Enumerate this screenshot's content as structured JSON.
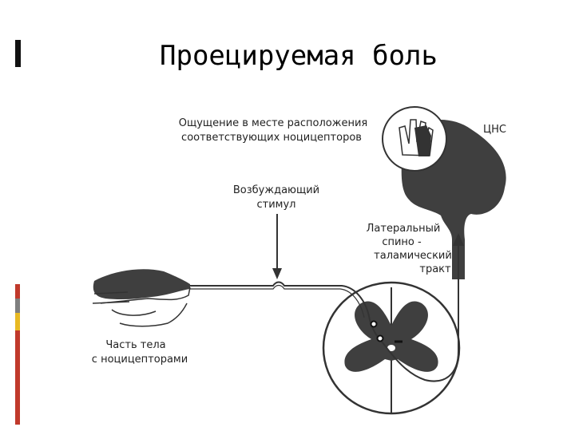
{
  "slide": {
    "title": "Проецируемая боль"
  },
  "diagram": {
    "sensation_label_line1": "Ощущение в месте расположения",
    "sensation_label_line2": "соответствующих ноцицепторов",
    "cns_label": "ЦНС",
    "stimulus_label_line1": "Возбуждающий",
    "stimulus_label_line2": "стимул",
    "tract_label_line1": "Латеральный",
    "tract_label_line2": "спино -",
    "tract_label_line3": "таламический",
    "tract_label_line4": "тракт",
    "body_label_line1": "Часть тела",
    "body_label_line2": "с ноцицепторами"
  },
  "colors": {
    "accent_red": "#c0392b",
    "accent_gray": "#7f7f7f",
    "accent_yellow": "#e8b923",
    "ink": "#333333"
  }
}
